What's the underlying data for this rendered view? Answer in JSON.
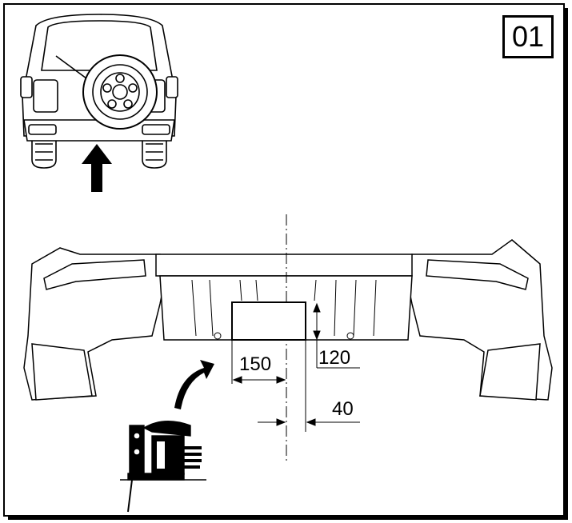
{
  "step": {
    "number": "01"
  },
  "dimensions": {
    "cutout_width": "150",
    "cutout_height": "120",
    "centerline_offset": "40"
  },
  "illustrations": {
    "vehicle": "rear-view-suv-icon",
    "direction_arrow": "arrow-up-icon",
    "curved_arrow": "curved-arrow-icon",
    "tool": "jigsaw-hand-icon"
  },
  "colors": {
    "line": "#000000",
    "background": "#ffffff"
  }
}
